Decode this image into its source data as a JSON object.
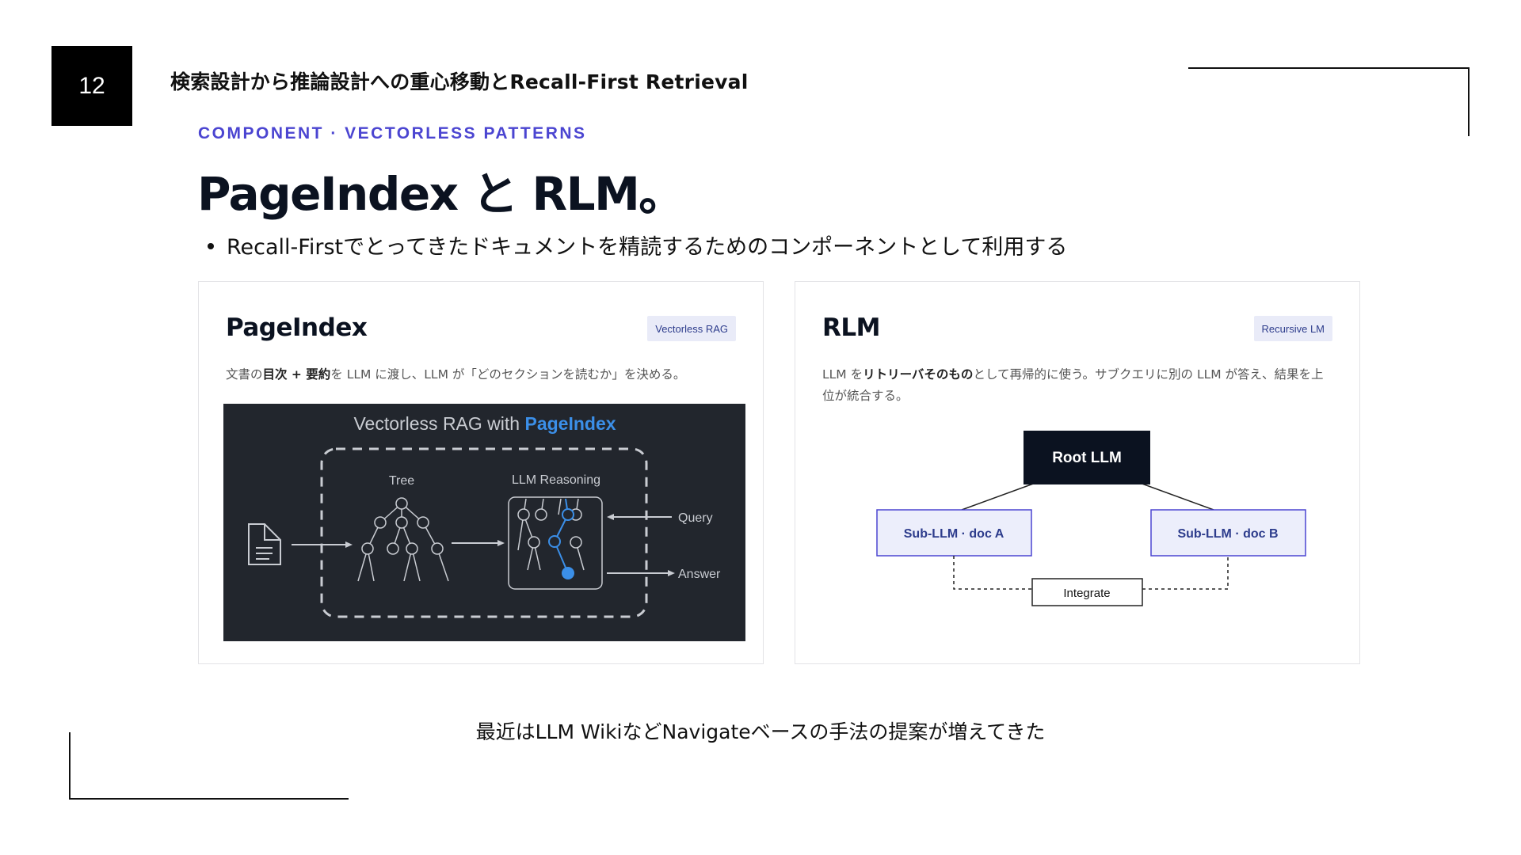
{
  "slide": {
    "page_number": "12",
    "header_title": "検索設計から推論設計への重心移動とRecall-First Retrieval",
    "eyebrow": "COMPONENT · VECTORLESS PATTERNS",
    "title": "PageIndex と RLM。",
    "bullet": "Recall-Firstでとってきたドキュメントを精読するためのコンポーネントとして利用する",
    "footer": "最近はLLM WikiなどNavigateベースの手法の提案が増えてきた"
  },
  "pageindex_card": {
    "title": "PageIndex",
    "badge": "Vectorless RAG",
    "desc_1": "文書の",
    "desc_bold_1": "目次 + 要約",
    "desc_2": "を LLM に渡し、LLM が「どのセクションを読むか」を決める。",
    "diagram": {
      "title_prefix": "Vectorless RAG with ",
      "title_highlight": "PageIndex",
      "tree_label": "Tree",
      "reasoning_label": "LLM Reasoning",
      "query_label": "Query",
      "answer_label": "Answer",
      "highlight_color": "#3b8fe8"
    }
  },
  "rlm_card": {
    "title": "RLM",
    "badge": "Recursive LM",
    "desc_1": "LLM を",
    "desc_bold_1": "リトリーバそのもの",
    "desc_2": "として再帰的に使う。サブクエリに別の LLM が答え、結果を上位が統合する。",
    "diagram": {
      "root": "Root LLM",
      "sub_a": "Sub-LLM · doc A",
      "sub_b": "Sub-LLM · doc B",
      "integrate": "Integrate"
    }
  },
  "colors": {
    "accent": "#4b45d1",
    "sub_box_fill": "#eceefb",
    "sub_box_border": "#4b45d1",
    "root_fill": "#0b1220"
  }
}
